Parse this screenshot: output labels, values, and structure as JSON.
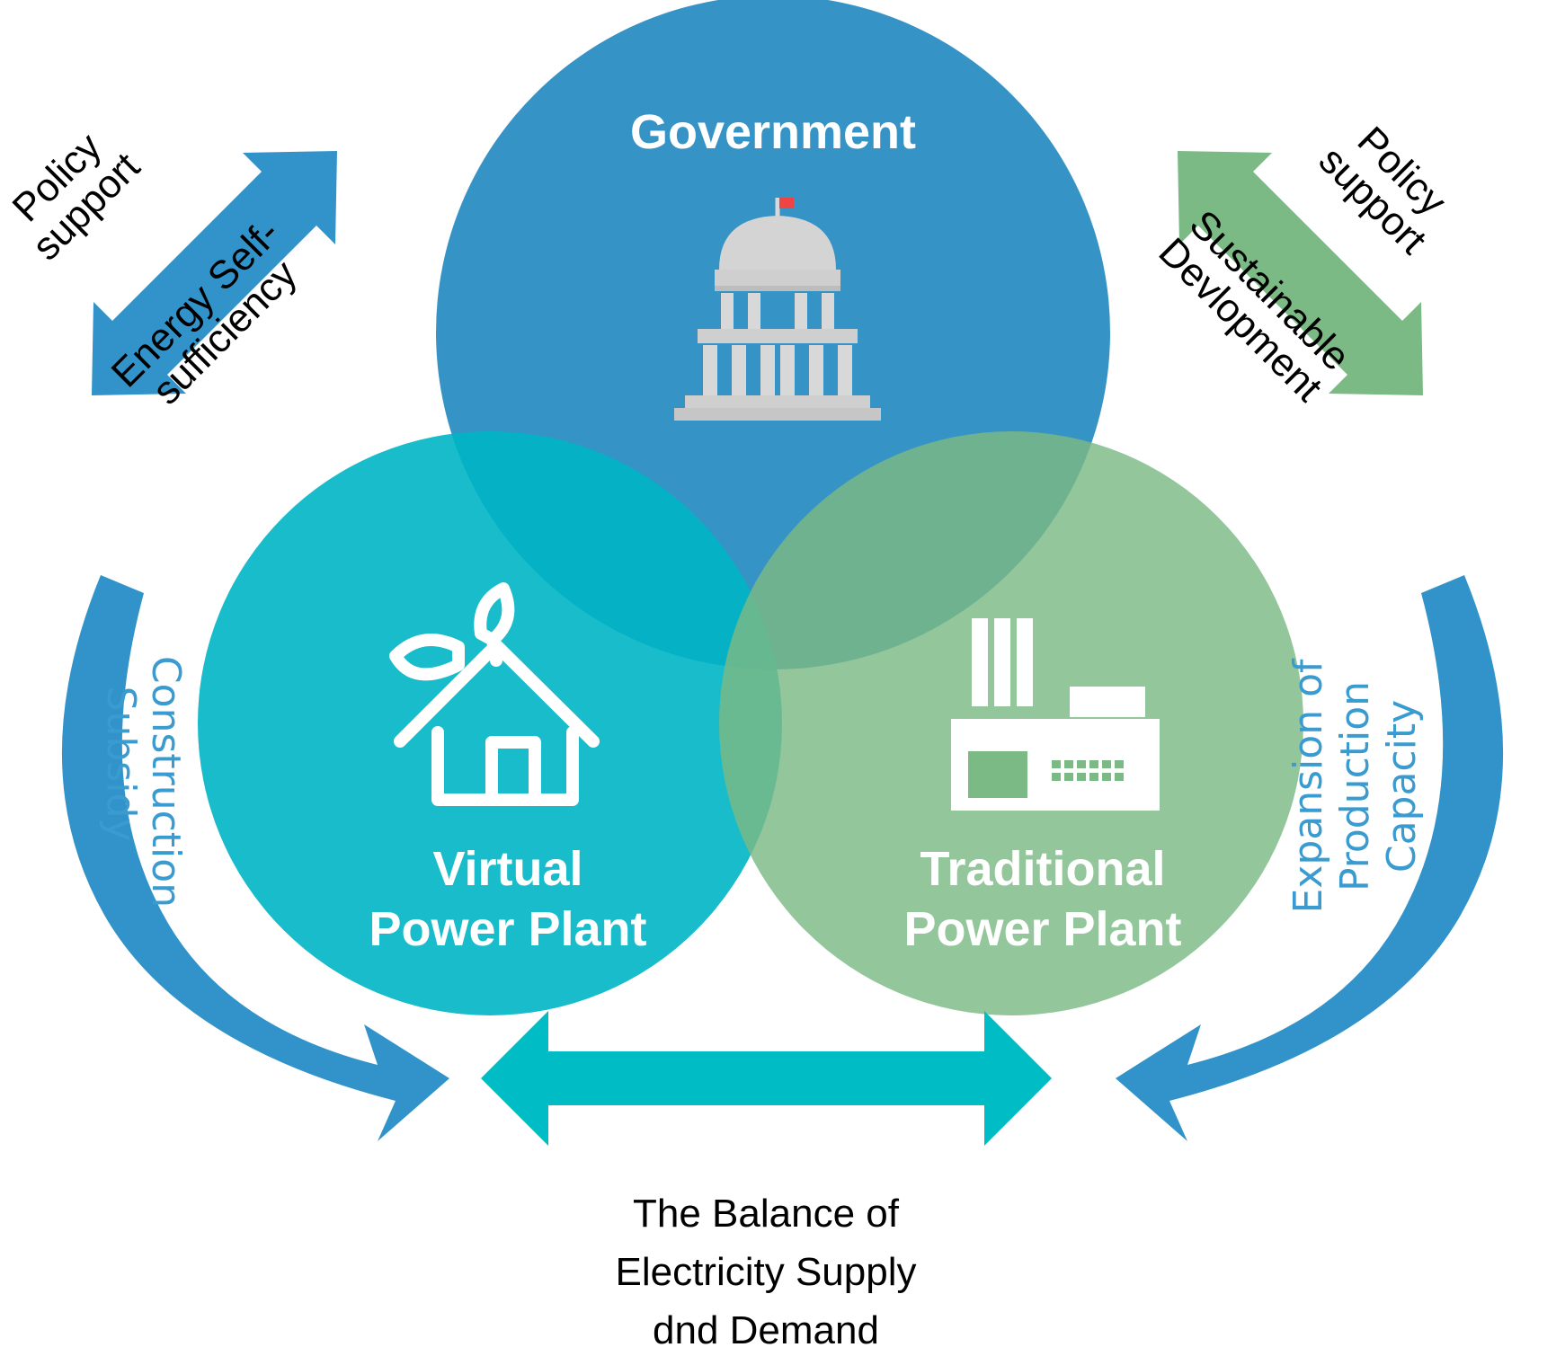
{
  "circles": {
    "government": {
      "label": "Government",
      "color": "#2f8fc4"
    },
    "vpp": {
      "line1": "Virtual",
      "line2": "Power Plant",
      "color": "#00b5c4"
    },
    "tpp": {
      "line1": "Traditional",
      "line2": "Power Plant",
      "color": "#7bba84"
    }
  },
  "left_arrow": {
    "line1": "Policy",
    "line2": "support",
    "line3": "Energy Self-",
    "line4": "sufficiency",
    "color": "#3193c9"
  },
  "right_arrow": {
    "line1": "Policy",
    "line2": "support",
    "line3": "Sustainable",
    "line4": "Devlopment",
    "color": "#7bba84"
  },
  "left_curve": {
    "line1": "Construction",
    "line2": "Subsidy",
    "color": "#3193c9"
  },
  "right_curve": {
    "line1": "Expansion of",
    "line2": "Production",
    "line3": "Capacity",
    "color": "#3193c9"
  },
  "bottom_arrow": {
    "line1": "The Balance of",
    "line2": "Electricity Supply",
    "line3": "dnd Demand",
    "color": "#00bcc4"
  },
  "icons": [
    "capitol-building-icon",
    "eco-house-icon",
    "factory-icon"
  ]
}
